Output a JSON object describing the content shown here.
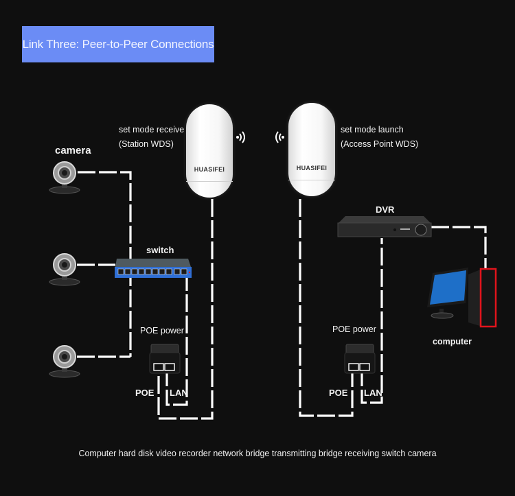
{
  "title": "Link Three: Peer-to-Peer Connections",
  "colors": {
    "background": "#0f0f0f",
    "title_box": "#6b8cf5",
    "wire": "#ffffff",
    "switch_ports": "#2f6fd6",
    "computer_case_accent": "#e0141c"
  },
  "antenna_left": {
    "brand": "HUASIFEI",
    "mode_line1": "set mode receive",
    "mode_line2": "(Station WDS)",
    "signal_icon": "wifi-signal-right-icon"
  },
  "antenna_right": {
    "brand": "HUASIFEI",
    "mode_line1": "set mode launch",
    "mode_line2": "(Access Point WDS)",
    "signal_icon": "wifi-signal-left-icon"
  },
  "labels": {
    "camera": "camera",
    "switch": "switch",
    "poe_power_left": "POE power",
    "poe_left": "POE",
    "lan_left": "LAN",
    "dvr": "DVR",
    "computer": "computer",
    "poe_power_right": "POE power",
    "poe_right": "POE",
    "lan_right": "LAN"
  },
  "devices": {
    "cameras": [
      "camera-1",
      "camera-2",
      "camera-3"
    ],
    "switch_port_count": 10
  },
  "footer": "Computer hard disk video recorder network bridge transmitting bridge receiving switch camera"
}
